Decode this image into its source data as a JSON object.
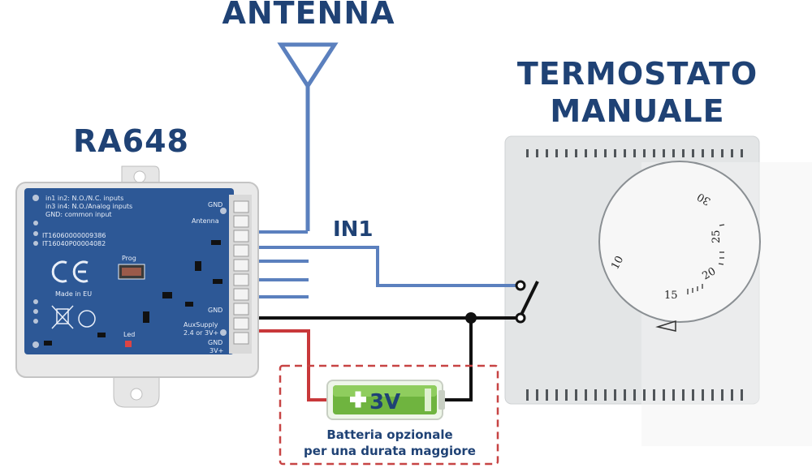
{
  "labels": {
    "antenna": "ANTENNA",
    "device": "RA648",
    "thermostat_line1": "TERMOSTATO",
    "thermostat_line2": "MANUALE",
    "input": "IN1"
  },
  "device_board": {
    "header_line1": "in1 in2: N.O./N.C. inputs",
    "header_line2": "in3 in4: N.O./Analog inputs",
    "header_line3": "GND: common input",
    "code1": "IT16060000009386",
    "code2": "IT16040P00004082",
    "made_in": "Made in EU",
    "ce_mark": "CE",
    "prog_label": "Prog",
    "led_label": "Led",
    "pin_gnd_top": "GND",
    "pin_antenna": "Antenna",
    "pin_gnd_mid": "GND",
    "aux_supply": "AuxSupply",
    "aux_voltage": "2.4 or 3V+",
    "pin_gnd_bottom": "GND",
    "pin_3v": "3V+"
  },
  "thermostat_dial": {
    "scale": [
      "10",
      "15",
      "20",
      "25",
      "30"
    ]
  },
  "battery": {
    "label": "3V",
    "note_line1": "Batteria opzionale",
    "note_line2": "per una durata maggiore"
  },
  "colors": {
    "heading": "#1f4275",
    "wire_blue": "#5b80be",
    "wire_black": "#111111",
    "wire_red": "#c8383a",
    "pcb": "#2d5896",
    "battery_green": "#6fb43f",
    "dashed_box": "#c74444"
  }
}
